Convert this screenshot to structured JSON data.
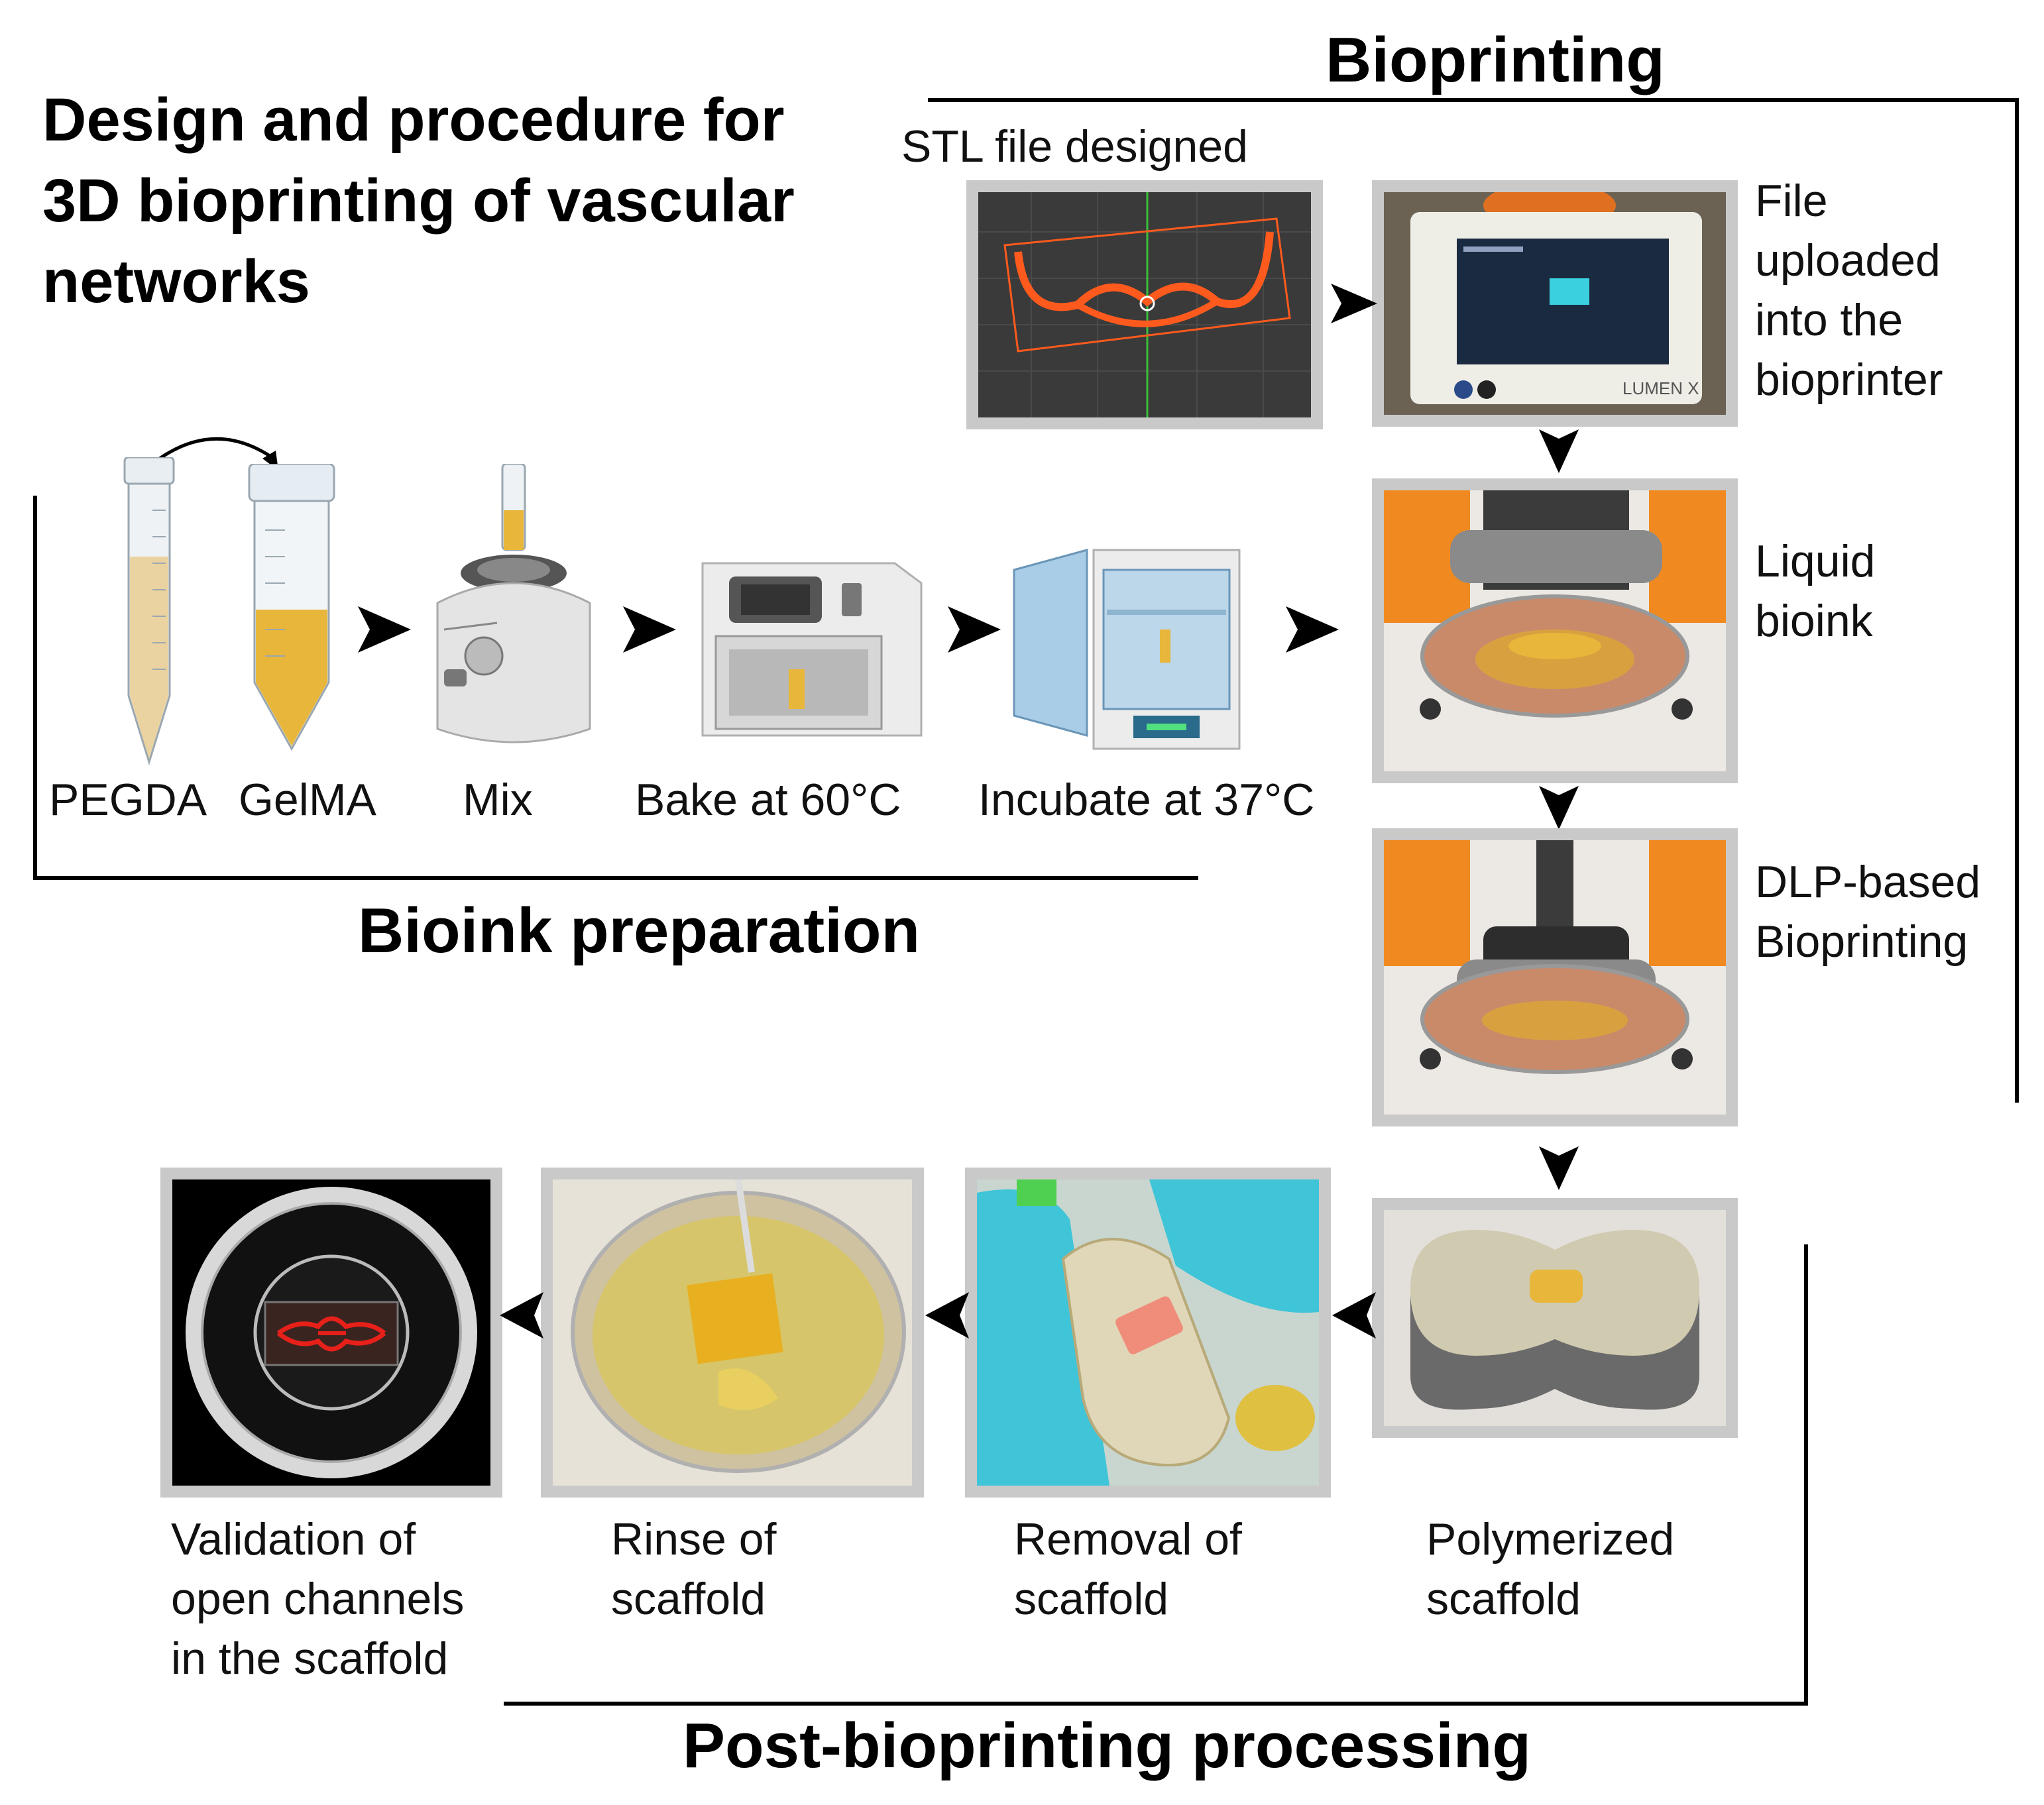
{
  "figure": {
    "title": "Design and procedure for 3D bioprinting of vascular networks"
  },
  "sections": {
    "bioprinting": "Bioprinting",
    "bioink_preparation": "Bioink preparation",
    "post_processing": "Post-bioprinting processing"
  },
  "bioink_steps": {
    "pegda": "PEGDA",
    "gelma": "GelMA",
    "mix": "Mix",
    "bake": "Bake at 60°C",
    "incubate": "Incubate at 37°C"
  },
  "bioprinting_steps": {
    "stl": "STL file designed",
    "upload_1": "File",
    "upload_2": "uploaded",
    "upload_3": "into the",
    "upload_4": "bioprinter",
    "printer_brand": "LUMEN X",
    "liquid_1": "Liquid",
    "liquid_2": "bioink",
    "dlp_1": "DLP-based",
    "dlp_2": "Bioprinting"
  },
  "post_steps": {
    "polymerized_1": "Polymerized",
    "polymerized_2": "scaffold",
    "removal_1": "Removal of",
    "removal_2": "scaffold",
    "rinse_1": "Rinse of",
    "rinse_2": "scaffold",
    "validation_1": "Validation of",
    "validation_2": "open channels",
    "validation_3": "in the scaffold"
  },
  "colors": {
    "frame": "#c9c9c9",
    "printer_orange": "#e07020",
    "channel_red": "#e8201a",
    "glove_cyan": "#3fc4d8",
    "bioink_yellow": "#e8b63a"
  }
}
